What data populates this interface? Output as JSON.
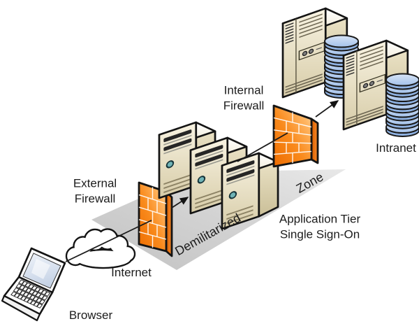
{
  "labels": {
    "external_firewall": {
      "line1": "External",
      "line2": "Firewall"
    },
    "internal_firewall": {
      "line1": "Internal",
      "line2": "Firewall"
    },
    "internet": "Internet",
    "browser": "Browser",
    "intranet": "Intranet",
    "application_tier": {
      "line1": "Application Tier",
      "line2": "Single Sign-On"
    },
    "zone_band": {
      "word1": "Demilitarized",
      "word2": "Zone"
    }
  },
  "icons": {
    "browser": "laptop-icon",
    "internet": "cloud-icon",
    "external_firewall": "brick-firewall-icon",
    "internal_firewall": "brick-firewall-icon",
    "dmz_servers": "server-tower-icon",
    "intranet_servers": "server-tower-icon",
    "databases": "database-stack-icon",
    "connections": "arrow-icon"
  },
  "colors": {
    "firewall_orange": "#f98a1c",
    "firewall_orange_dark": "#e06a00",
    "server_beige": "#e9e1c6",
    "server_beige_dark": "#cfc49e",
    "database_blue": "#aac5ec",
    "zone_gray": "#cfcfcf",
    "outline": "#141414",
    "text": "#1c1c1c",
    "background": "#ffffff"
  }
}
